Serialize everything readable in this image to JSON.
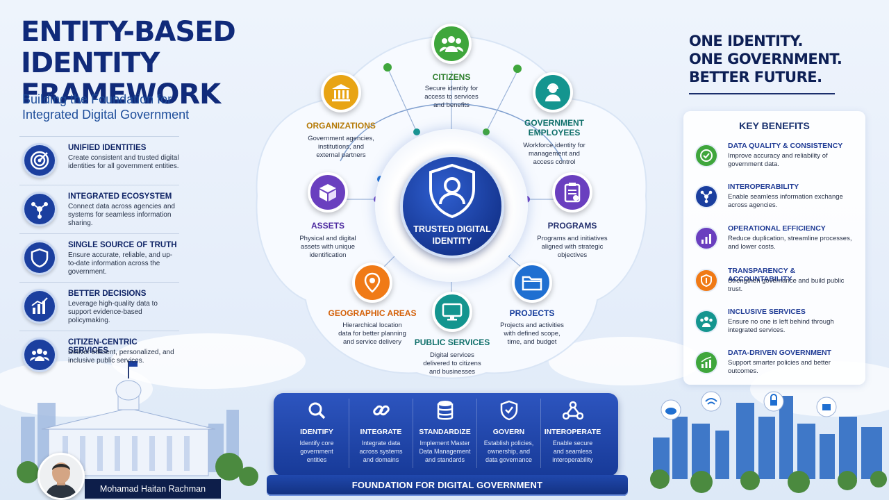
{
  "header": {
    "title_line1": "ENTITY-BASED",
    "title_line2": "IDENTITY FRAMEWORK",
    "subtitle_line1": "Building the Foundation for",
    "subtitle_line2": "Integrated Digital Government"
  },
  "left_items": [
    {
      "title": "UNIFIED IDENTITIES",
      "desc": "Create consistent and trusted digital identities for all government entities.",
      "icon": "target-icon"
    },
    {
      "title": "INTEGRATED ECOSYSTEM",
      "desc": "Connect data across agencies and systems for seamless information sharing.",
      "icon": "network-icon"
    },
    {
      "title": "SINGLE SOURCE OF TRUTH",
      "desc": "Ensure accurate, reliable, and up-to-date information across the government.",
      "icon": "shield-icon"
    },
    {
      "title": "BETTER DECISIONS",
      "desc": "Leverage high-quality data to support evidence-based policymaking.",
      "icon": "bar-chart-icon"
    },
    {
      "title": "CITIZEN-CENTRIC SERVICES",
      "desc": "Deliver efficient, personalized, and inclusive public services.",
      "icon": "people-icon"
    }
  ],
  "hub": {
    "label_line1": "TRUSTED DIGITAL",
    "label_line2": "IDENTITY"
  },
  "nodes": {
    "citizens": {
      "title": "CITIZENS",
      "desc1": "Secure identity for",
      "desc2": "access to services",
      "desc3": "and benefits",
      "color": "#3fa63c"
    },
    "government_employees": {
      "title1": "GOVERNMENT",
      "title2": "EMPLOYEES",
      "desc1": "Workforce identity for",
      "desc2": "management and",
      "desc3": "access control",
      "color": "#14958f"
    },
    "organizations": {
      "title": "ORGANIZATIONS",
      "desc1": "Government agencies,",
      "desc2": "institutions, and",
      "desc3": "external partners",
      "color": "#e8a414"
    },
    "assets": {
      "title": "ASSETS",
      "desc1": "Physical and digital",
      "desc2": "assets with unique",
      "desc3": "identification",
      "color": "#6a3fbf"
    },
    "programs": {
      "title": "PROGRAMS",
      "desc1": "Programs and initiatives",
      "desc2": "aligned with strategic",
      "desc3": "objectives",
      "color": "#6a3fbf"
    },
    "geographic_areas": {
      "title": "GEOGRAPHIC AREAS",
      "desc1": "Hierarchical location",
      "desc2": "data for better planning",
      "desc3": "and service delivery",
      "color": "#f07a16"
    },
    "public_services": {
      "title": "PUBLIC SERVICES",
      "desc1": "Digital services",
      "desc2": "delivered to citizens",
      "desc3": "and businesses",
      "color": "#14958f"
    },
    "projects": {
      "title": "PROJECTS",
      "desc1": "Projects and activities",
      "desc2": "with defined scope,",
      "desc3": "time, and budget",
      "color": "#1f6fd1"
    }
  },
  "tagline": {
    "line1": "ONE IDENTITY.",
    "line2": "ONE GOVERNMENT.",
    "line3": "BETTER FUTURE."
  },
  "benefits": {
    "title": "KEY BENEFITS",
    "items": [
      {
        "title": "DATA QUALITY & CONSISTENCY",
        "desc": "Improve accuracy and reliability of government data.",
        "color": "#3fa63c",
        "icon": "check-icon"
      },
      {
        "title": "INTEROPERABILITY",
        "desc": "Enable seamless information exchange across agencies.",
        "color": "#1b3f9f",
        "icon": "network-icon"
      },
      {
        "title": "OPERATIONAL EFFICIENCY",
        "desc": "Reduce duplication, streamline processes, and lower costs.",
        "color": "#6a3fbf",
        "icon": "bar-chart-icon"
      },
      {
        "title": "TRANSPARENCY & ACCOUNTABILITY",
        "desc": "Strengthen governance and build public trust.",
        "color": "#f07a16",
        "icon": "shield-icon"
      },
      {
        "title": "INCLUSIVE SERVICES",
        "desc": "Ensure no one is left behind through integrated services.",
        "color": "#14958f",
        "icon": "people-icon"
      },
      {
        "title": "DATA-DRIVEN GOVERNMENT",
        "desc": "Support smarter policies and better outcomes.",
        "color": "#3fa63c",
        "icon": "trend-chart-icon"
      }
    ]
  },
  "pillars": [
    {
      "title": "IDENTIFY",
      "desc1": "Identify core",
      "desc2": "government",
      "desc3": "entities",
      "icon": "search-icon"
    },
    {
      "title": "INTEGRATE",
      "desc1": "Integrate data",
      "desc2": "across systems",
      "desc3": "and domains",
      "icon": "link-icon"
    },
    {
      "title": "STANDARDIZE",
      "desc1": "Implement Master",
      "desc2": "Data Management",
      "desc3": "and standards",
      "icon": "database-icon"
    },
    {
      "title": "GOVERN",
      "desc1": "Establish policies,",
      "desc2": "ownership, and",
      "desc3": "data governance",
      "icon": "shield-check-icon"
    },
    {
      "title": "INTEROPERATE",
      "desc1": "Enable secure",
      "desc2": "and seamless",
      "desc3": "interoperability",
      "icon": "nodes-icon"
    }
  ],
  "foundation_label": "FOUNDATION FOR DIGITAL GOVERNMENT",
  "author_name": "Mohamad Haitan Rachman"
}
